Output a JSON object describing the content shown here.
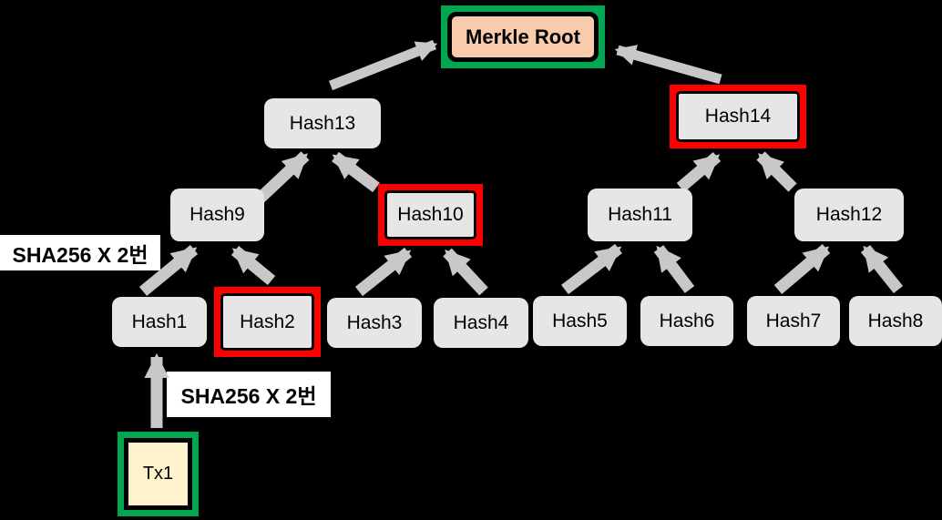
{
  "nodes": {
    "root": "Merkle Root",
    "hash13": "Hash13",
    "hash14": "Hash14",
    "hash9": "Hash9",
    "hash10": "Hash10",
    "hash11": "Hash11",
    "hash12": "Hash12",
    "hash1": "Hash1",
    "hash2": "Hash2",
    "hash3": "Hash3",
    "hash4": "Hash4",
    "hash5": "Hash5",
    "hash6": "Hash6",
    "hash7": "Hash7",
    "hash8": "Hash8",
    "tx1": "Tx1"
  },
  "annotations": {
    "sha_label_top": "SHA256 X 2번",
    "sha_label_bottom": "SHA256 X 2번"
  },
  "colors": {
    "background": "#000000",
    "node_fill": "#e7e6e6",
    "arrow": "#c9c7c7",
    "highlight_red": "#ff0000",
    "highlight_green": "#00a650",
    "root_fill": "#f8cbad",
    "tx_fill": "#fff2cc",
    "annotation_bg": "#ffffff",
    "text": "#000000"
  }
}
